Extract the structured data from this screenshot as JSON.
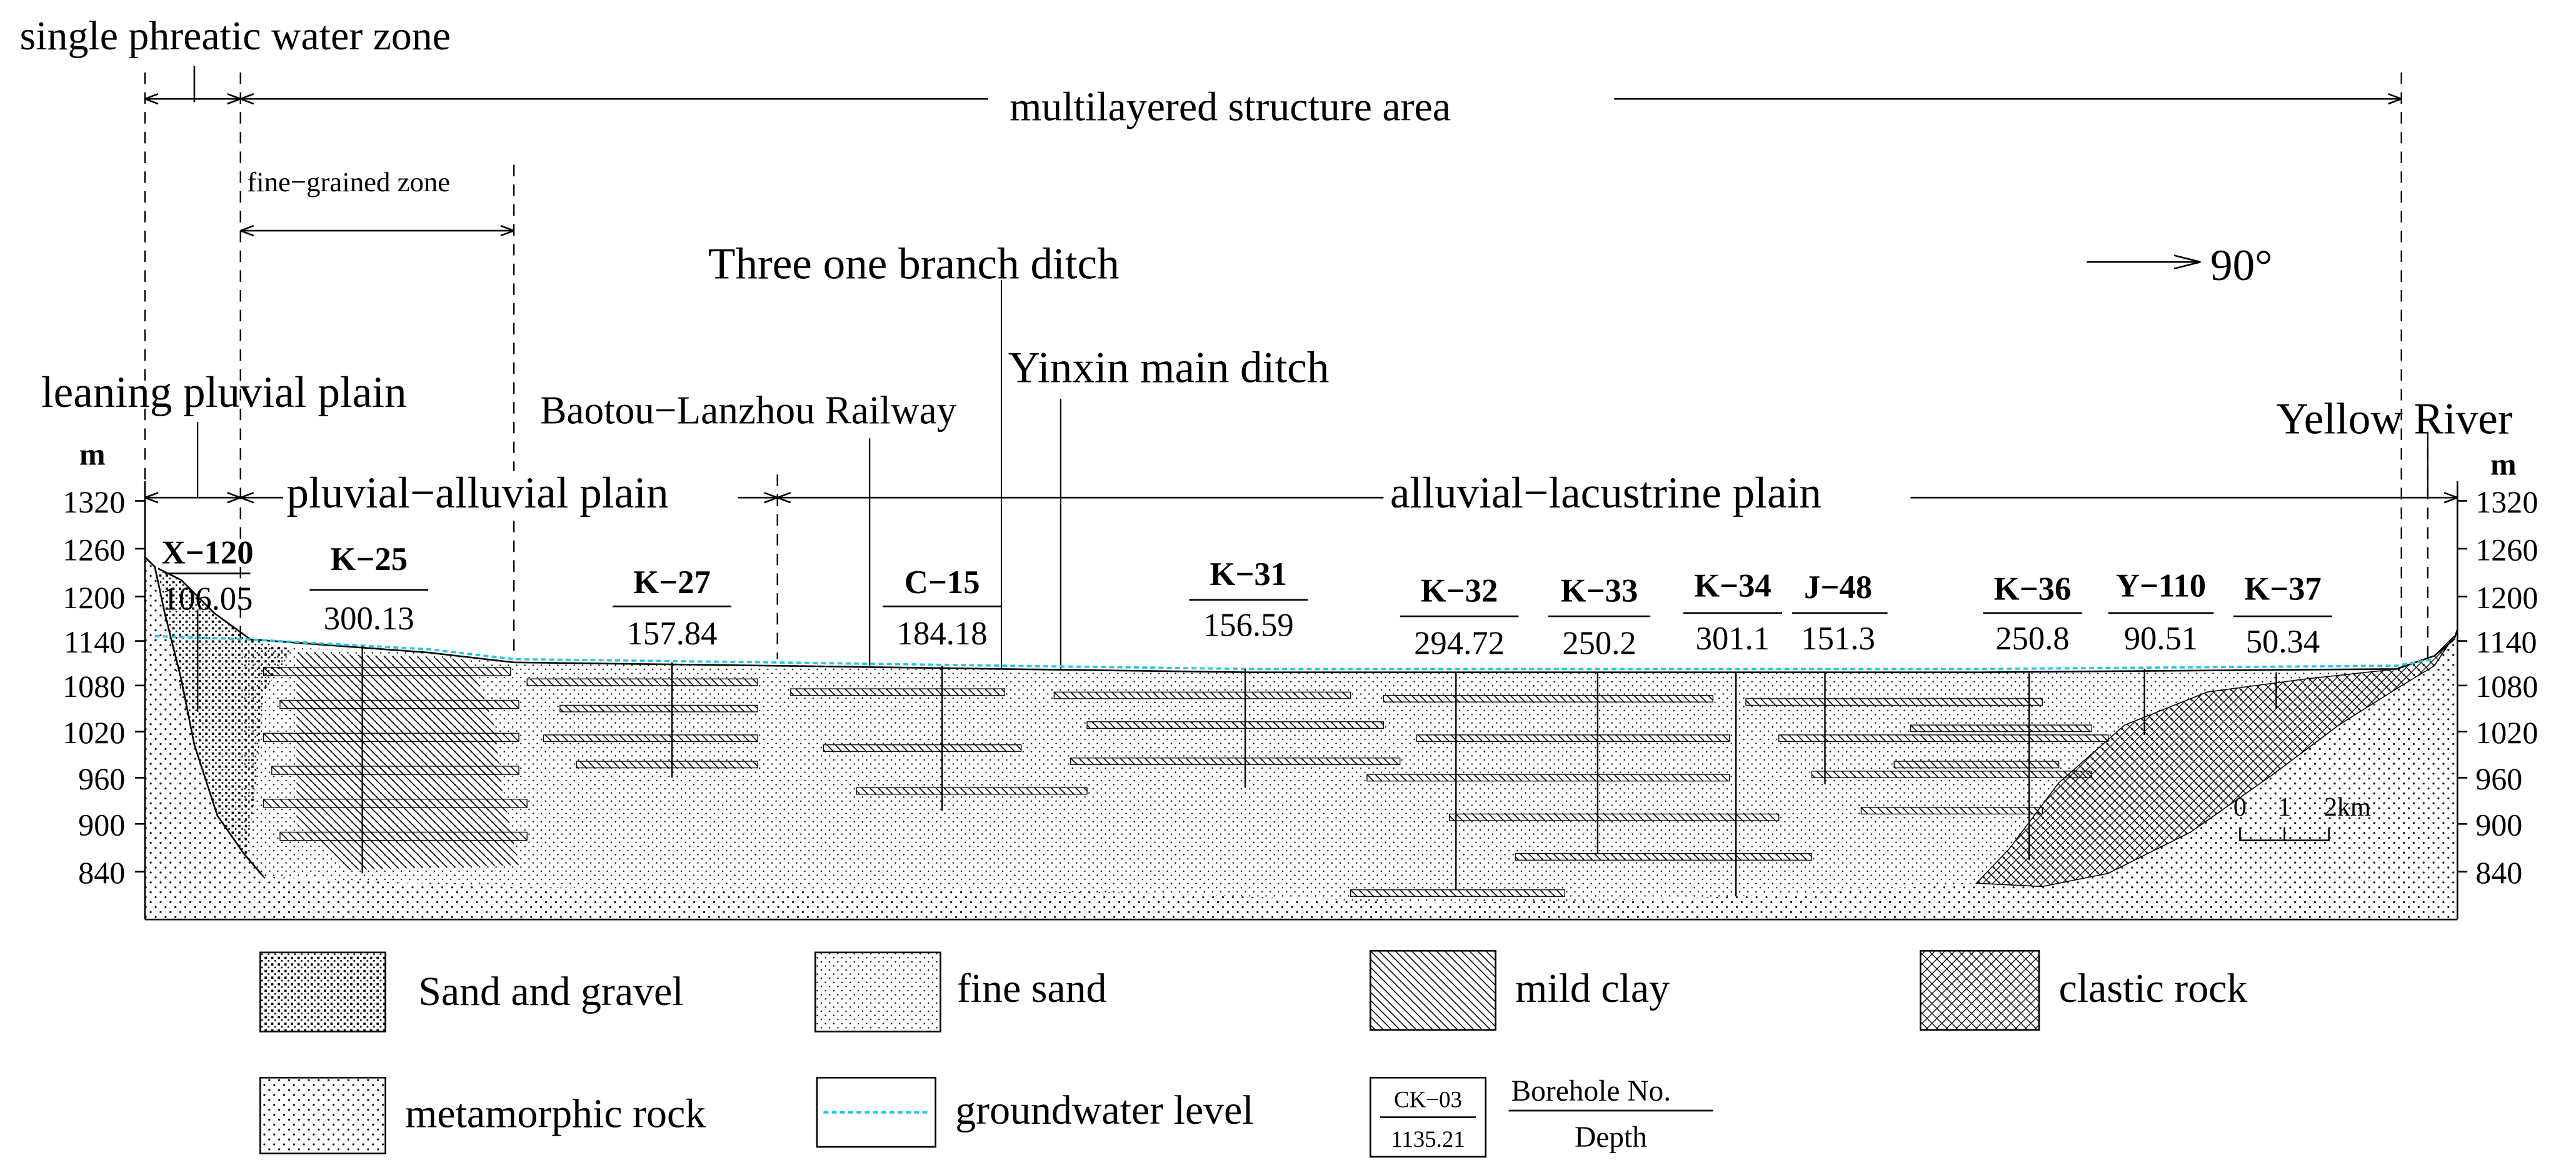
{
  "zones": {
    "single_phreatic": "single phreatic water zone",
    "multilayered": "multilayered structure area",
    "fine_grained": "fine−grained zone"
  },
  "landmarks": {
    "three_one": "Three one branch ditch",
    "yinxin": "Yinxin main ditch",
    "railway": "Baotou−Lanzhou Railway",
    "yellow_river": "Yellow River",
    "direction": "90°"
  },
  "landforms": {
    "leaning": "leaning pluvial plain",
    "pluvial_alluvial": "pluvial−alluvial plain",
    "alluvial_lacustrine": "alluvial−lacustrine plain"
  },
  "axis": {
    "unit": "m",
    "ticks": [
      "1320",
      "1260",
      "1200",
      "1140",
      "1080",
      "1020",
      "960",
      "900",
      "840"
    ]
  },
  "boreholes": [
    {
      "id": "X−120",
      "depth": "106.05"
    },
    {
      "id": "K−25",
      "depth": "300.13"
    },
    {
      "id": "K−27",
      "depth": "157.84"
    },
    {
      "id": "C−15",
      "depth": "184.18"
    },
    {
      "id": "K−31",
      "depth": "156.59"
    },
    {
      "id": "K−32",
      "depth": "294.72"
    },
    {
      "id": "K−33",
      "depth": "250.2"
    },
    {
      "id": "K−34",
      "depth": "301.1"
    },
    {
      "id": "J−48",
      "depth": "151.3"
    },
    {
      "id": "K−36",
      "depth": "250.8"
    },
    {
      "id": "Y−110",
      "depth": "90.51"
    },
    {
      "id": "K−37",
      "depth": "50.34"
    }
  ],
  "scale": {
    "zero": "0",
    "one": "1",
    "two": "2km"
  },
  "legend": {
    "sand_gravel": "Sand and gravel",
    "fine_sand": "fine sand",
    "mild_clay": "mild clay",
    "clastic_rock": "clastic rock",
    "metamorphic": "metamorphic rock",
    "groundwater": "groundwater level",
    "sample_id": "CK−03",
    "sample_depth": "1135.21",
    "borehole_no": "Borehole No.",
    "depth": "Depth"
  },
  "colors": {
    "groundwater": "#27c6e6",
    "ink": "#000000"
  }
}
